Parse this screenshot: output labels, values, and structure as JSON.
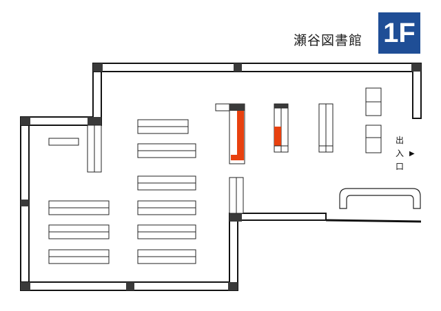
{
  "header": {
    "library_name": "瀬谷図書館",
    "floor_label": "1F"
  },
  "entrance": {
    "chars": [
      "出",
      "入",
      "口"
    ],
    "arrow_glyph": "▶"
  },
  "colors": {
    "wall": "#111111",
    "pillar": "#3a3a3a",
    "shelf_fill": "#ffffff",
    "highlight": "#e8410f",
    "badge": "#1f4e96"
  }
}
